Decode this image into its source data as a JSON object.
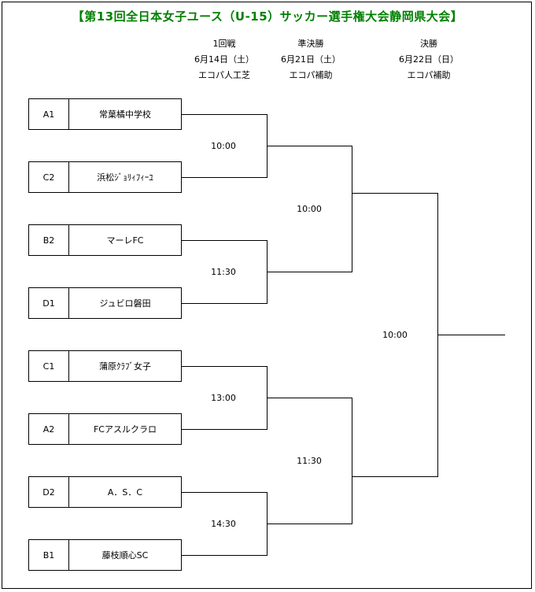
{
  "title": "【第13回全日本女子ユース（U-15）サッカー選手権大会静岡県大会】",
  "rounds": [
    {
      "name": "1回戦",
      "date": "6月14日（土）",
      "venue": "エコパ人工芝"
    },
    {
      "name": "準決勝",
      "date": "6月21日（土）",
      "venue": "エコパ補助"
    },
    {
      "name": "決勝",
      "date": "6月22日（日）",
      "venue": "エコパ補助"
    }
  ],
  "teams": [
    {
      "seed": "A1",
      "name": "常葉橘中学校"
    },
    {
      "seed": "C2",
      "name": "浜松ｼﾞｮﾘｨﾌｨｰﾕ"
    },
    {
      "seed": "B2",
      "name": "マーレFC"
    },
    {
      "seed": "D1",
      "name": "ジュビロ磐田"
    },
    {
      "seed": "C1",
      "name": "蒲原ｸﾗﾌﾞ女子"
    },
    {
      "seed": "A2",
      "name": "FCアスルクラロ"
    },
    {
      "seed": "D2",
      "name": "A．S．C"
    },
    {
      "seed": "B1",
      "name": "藤枝順心SC"
    }
  ],
  "times": {
    "r1": [
      "10:00",
      "11:30",
      "13:00",
      "14:30"
    ],
    "sf": [
      "10:00",
      "11:30"
    ],
    "final": "10:00"
  }
}
